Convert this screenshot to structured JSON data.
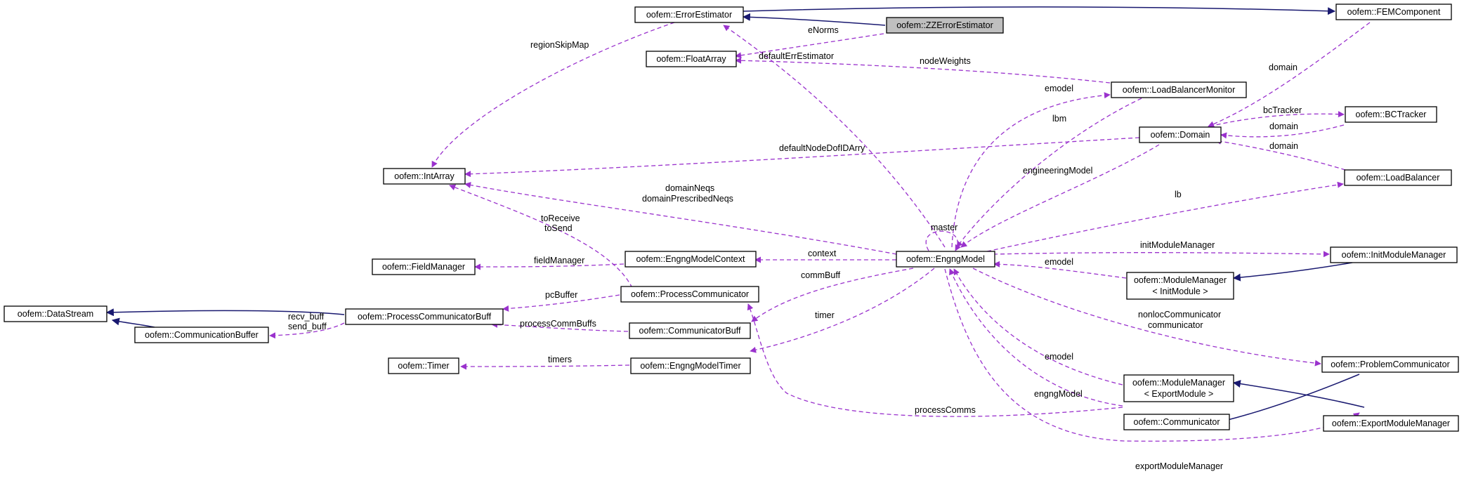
{
  "colors": {
    "dependency": "#9a32cd",
    "inheritance": "#191970",
    "highlight": "#bfbfbf",
    "background": "#ffffff"
  },
  "nodes": {
    "error_estimator": "oofem::ErrorEstimator",
    "zz_error_estimator": "oofem::ZZErrorEstimator",
    "fem_component": "oofem::FEMComponent",
    "float_array": "oofem::FloatArray",
    "load_balancer_monitor": "oofem::LoadBalancerMonitor",
    "bc_tracker": "oofem::BCTracker",
    "domain": "oofem::Domain",
    "int_array": "oofem::IntArray",
    "load_balancer": "oofem::LoadBalancer",
    "field_manager": "oofem::FieldManager",
    "engng_model_context": "oofem::EngngModelContext",
    "engng_model": "oofem::EngngModel",
    "init_module_manager": "oofem::InitModuleManager",
    "data_stream": "oofem::DataStream",
    "process_communicator_buff": "oofem::ProcessCommunicatorBuff",
    "process_communicator": "oofem::ProcessCommunicator",
    "module_manager_init_1": "oofem::ModuleManager",
    "module_manager_init_2": "< InitModule >",
    "communication_buffer": "oofem::CommunicationBuffer",
    "communicator_buff": "oofem::CommunicatorBuff",
    "timer": "oofem::Timer",
    "engng_model_timer": "oofem::EngngModelTimer",
    "problem_communicator": "oofem::ProblemCommunicator",
    "module_manager_export_1": "oofem::ModuleManager",
    "module_manager_export_2": "< ExportModule >",
    "communicator": "oofem::Communicator",
    "export_module_manager": "oofem::ExportModuleManager"
  },
  "edge_labels": {
    "region_skip_map": "regionSkipMap",
    "e_norms": "eNorms",
    "default_err_estimator": "defaultErrEstimator",
    "node_weights": "nodeWeights",
    "domain_fem": "domain",
    "emodel_lbm": "emodel",
    "bc_tracker": "bcTracker",
    "domain_bct": "domain",
    "lbm": "lbm",
    "default_node_dof_id_arry": "defaultNodeDofIDArry",
    "domain_lb": "domain",
    "engineering_model": "engineeringModel",
    "domain_neqs": "domainNeqs",
    "domain_prescribed_neqs": "domainPrescribedNeqs",
    "lb": "lb",
    "to_receive": "toReceive",
    "to_send": "toSend",
    "master": "master",
    "field_manager": "fieldManager",
    "context": "context",
    "init_module_manager": "initModuleManager",
    "emodel_init": "emodel",
    "comm_buff": "commBuff",
    "pc_buffer": "pcBuffer",
    "recv_buff": "recv_buff",
    "send_buff": "send_buff",
    "process_comm_buffs": "processCommBuffs",
    "nonloc_communicator": "nonlocCommunicator",
    "communicator": "communicator",
    "timer": "timer",
    "timers": "timers",
    "emodel_export": "emodel",
    "engng_model": "engngModel",
    "process_comms": "processComms",
    "export_module_manager": "exportModuleManager"
  }
}
